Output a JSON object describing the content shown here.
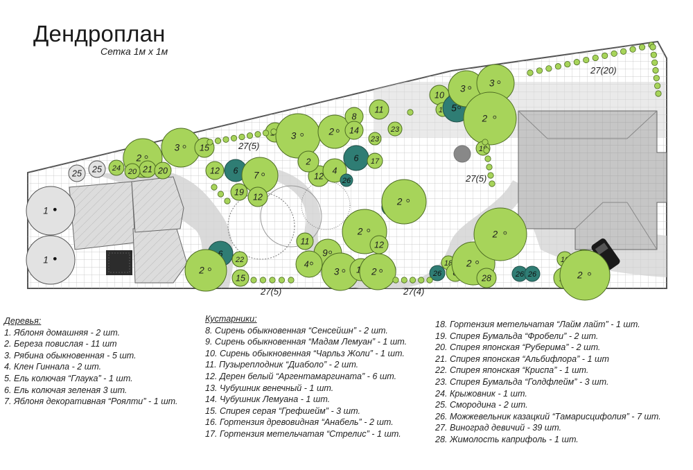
{
  "title": "Дендроплан",
  "subtitle": "Сетка 1м х 1м",
  "colors": {
    "deciduous": "#a7d45a",
    "deciduous_stroke": "#4c6b22",
    "conifer": "#2f7d74",
    "paving": "#c9cacb",
    "grid": "#bdbdbd",
    "lawn": "#ffffff",
    "border": "#555555"
  },
  "plan_labels": {
    "vine_1": "27(20)",
    "vine_2": "27(5)",
    "vine_3": "27(5)",
    "vine_4": "27(5)",
    "vine_5": "27(4)"
  },
  "plants": {
    "p1": "1",
    "p2": "1",
    "p3": "25",
    "p4": "25",
    "p5": "24",
    "p6": "2",
    "p7": "21",
    "p8": "20",
    "p9": "20",
    "p10": "3",
    "p11": "15",
    "p12": "12",
    "p13": "6",
    "p14": "7",
    "p15": "19",
    "p16": "12",
    "p17": "13",
    "p18": "3",
    "p19": "2",
    "p20": "12",
    "p21": "4",
    "p22": "26",
    "p23": "6",
    "p24": "17",
    "p25": "8",
    "p26": "14",
    "p27": "11",
    "p28": "23",
    "p29": "23",
    "p30": "2",
    "p31": "10",
    "p32": "16",
    "p33": "5",
    "p34": "3",
    "p35": "3",
    "p36": "2",
    "p37": "19",
    "p38": "26",
    "p39": "2",
    "p40": "6",
    "p41": "22",
    "p42": "2",
    "p43": "15",
    "p44": "11",
    "p45": "9",
    "p46": "4",
    "p47": "3",
    "p48": "12",
    "p49": "26",
    "p50": "2",
    "p51": "2",
    "p52": "12",
    "p53": "26",
    "p54": "18",
    "p55": "8",
    "p56": "26",
    "p57": "2",
    "p58": "2",
    "p59": "28",
    "p60": "26",
    "p61": "26",
    "p62": "16",
    "p63": "15",
    "p64": "12",
    "p65": "2"
  },
  "legend": {
    "trees": {
      "heading": "Деревья:",
      "items": [
        "1. Яблоня домашняя - 2 шт.",
        "2. Береза повислая - 11 шт",
        "3. Рябина обыкновенная - 5 шт.",
        "4. Клен Гиннала - 2 шт.",
        "5. Ель колючая “Глаука” - 1 шт.",
        "6. Ель колючая зеленая 3 шт.",
        "7. Яблоня декоративная “Роялти” - 1 шт."
      ]
    },
    "shrubs": {
      "heading": "Кустарники:",
      "items": [
        "8. Сирень обыкновенная “Сенсейшн” - 2 шт.",
        "9. Сирень обыкновенная “Мадам Лемуан” - 1 шт.",
        "10. Сирень обыкновенная “Чарльз Жоли” - 1 шт.",
        "11. Пузыреплодник “Диаболо” - 2 шт.",
        "12. Дерен белый “Аргентамаргината” - 6 шт.",
        "13. Чубушник венечный - 1 шт.",
        "14. Чубушник Лемуана - 1 шт.",
        "15. Спирея серая “Грефшейм” - 3 шт.",
        "16. Гортензия древовидная “Анабель” - 2 шт.",
        "17. Гортензия метельчатая “Стрелис” - 1 шт."
      ]
    },
    "shrubs2": {
      "items": [
        "18. Гортензия метельчатая “Лайм лайт” - 1 шт.",
        "19. Спирея Бумальда “Фробели” - 2  шт.",
        "20. Спирея японская “Руберима” - 2 шт.",
        "21. Спирея японская “Альбифлора” - 1 шт",
        "22. Спирея японская “Криспа” - 1 шт.",
        "23. Спирея Бумальда “Голдфлейм” - 3 шт.",
        "24. Крыжовник - 1 шт.",
        "25. Смородина - 2 шт.",
        "26. Можжевельник казацкий “Тамарисцифолия” - 7 шт.",
        "27. Виноград девичий - 39 шт.",
        "28. Жимолость каприфоль - 1 шт."
      ]
    }
  }
}
